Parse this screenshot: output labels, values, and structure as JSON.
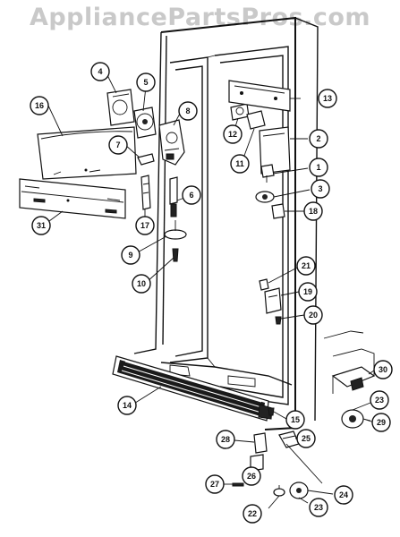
{
  "watermark": "AppliancePartsPros.com",
  "callouts": [
    "1",
    "2",
    "3",
    "4",
    "5",
    "6",
    "7",
    "8",
    "9",
    "10",
    "11",
    "12",
    "13",
    "14",
    "15",
    "16",
    "17",
    "18",
    "19",
    "20",
    "21",
    "22",
    "23",
    "23",
    "24",
    "25",
    "26",
    "27",
    "28",
    "29",
    "30",
    "31"
  ]
}
